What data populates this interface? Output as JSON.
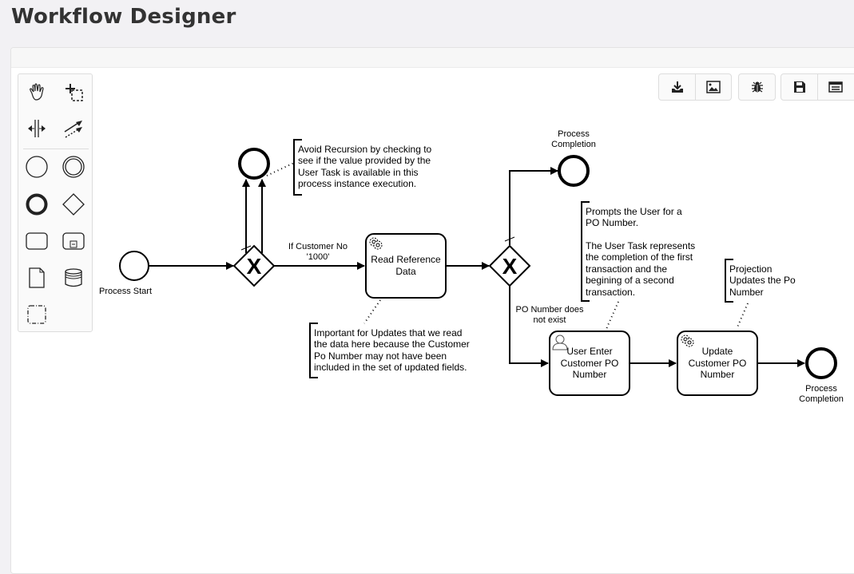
{
  "page": {
    "title": "Workflow Designer"
  },
  "palette": {
    "tools": [
      {
        "name": "hand-tool",
        "label": "Activate the hand tool"
      },
      {
        "name": "lasso-tool",
        "label": "Activate the lasso tool"
      },
      {
        "name": "space-tool",
        "label": "Activate the create/remove space tool"
      },
      {
        "name": "global-connect-tool",
        "label": "Activate the global connect tool"
      },
      {
        "name": "start-event",
        "label": "Create StartEvent"
      },
      {
        "name": "intermediate-event",
        "label": "Create Intermediate/Boundary Event"
      },
      {
        "name": "end-event",
        "label": "Create EndEvent"
      },
      {
        "name": "gateway",
        "label": "Create Gateway"
      },
      {
        "name": "task",
        "label": "Create Task"
      },
      {
        "name": "subprocess",
        "label": "Create expanded SubProcess"
      },
      {
        "name": "data-object",
        "label": "Create DataObjectReference"
      },
      {
        "name": "data-store",
        "label": "Create DataStoreReference"
      },
      {
        "name": "group",
        "label": "Create Group"
      }
    ]
  },
  "toolbar": {
    "groups": [
      [
        {
          "name": "download-icon",
          "label": "Download BPMN"
        },
        {
          "name": "image-icon",
          "label": "Download SVG"
        }
      ],
      [
        {
          "name": "bug-icon",
          "label": "Debug"
        }
      ],
      [
        {
          "name": "save-icon",
          "label": "Save"
        },
        {
          "name": "list-icon",
          "label": "Properties"
        }
      ]
    ]
  },
  "diagram": {
    "start_event": {
      "label": "Process Start"
    },
    "gateway1": {
      "symbol": "X"
    },
    "gateway2": {
      "symbol": "X"
    },
    "flow_if_customer": {
      "line1": "If Customer No",
      "line2": "'1000'"
    },
    "task_read": {
      "line1": "Read Reference",
      "line2": "Data"
    },
    "end_top": {
      "line1": "Process",
      "line2": "Completion"
    },
    "flow_po_missing": {
      "line1": "PO Number does",
      "line2": "not exist"
    },
    "task_user": {
      "line1": "User Enter",
      "line2": "Customer PO",
      "line3": "Number"
    },
    "task_update": {
      "line1": "Update",
      "line2": "Customer PO",
      "line3": "Number"
    },
    "end_right": {
      "line1": "Process",
      "line2": "Completion"
    },
    "annotation_recursion": [
      "Avoid Recursion by checking to",
      "see if the value provided by the",
      "User Task is available in this",
      "process instance execution."
    ],
    "annotation_read": [
      "Important for Updates that we read",
      "the data here because the Customer",
      "Po Number may not have been",
      "included in the set of updated fields."
    ],
    "annotation_user": [
      "Prompts the User for a",
      "PO Number.",
      "",
      "The User Task represents",
      "the completion of the first",
      "transaction and the",
      "begining of a second",
      "transaction."
    ],
    "annotation_projection": [
      "Projection",
      "Updates the Po",
      "Number"
    ]
  }
}
